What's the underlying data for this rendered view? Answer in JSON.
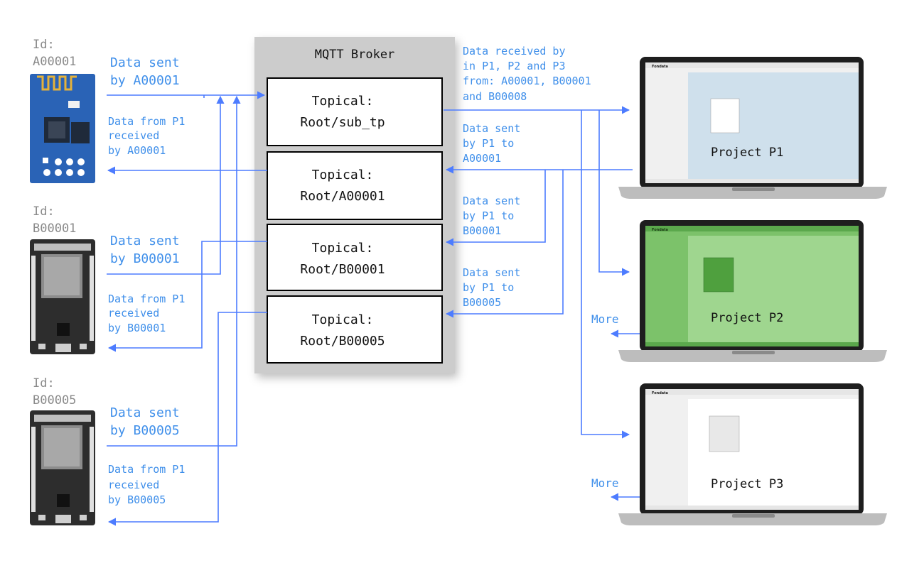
{
  "broker": {
    "title": "MQTT Broker",
    "topics": [
      {
        "label": "Topical:",
        "path": "Root/sub_tp"
      },
      {
        "label": "Topical:",
        "path": "Root/A00001"
      },
      {
        "label": "Topical:",
        "path": "Root/B00001"
      },
      {
        "label": "Topical:",
        "path": "Root/B00005"
      }
    ]
  },
  "devices": [
    {
      "id_label": "Id:",
      "id": "A00001",
      "sent_l1": "Data sent",
      "sent_l2": "by A00001",
      "recv_l1": "Data from P1",
      "recv_l2": "received",
      "recv_l3": "by A00001"
    },
    {
      "id_label": "Id:",
      "id": "B00001",
      "sent_l1": "Data sent",
      "sent_l2": "by B00001",
      "recv_l1": "Data from P1",
      "recv_l2": "received",
      "recv_l3": "by B00001"
    },
    {
      "id_label": "Id:",
      "id": "B00005",
      "sent_l1": "Data sent",
      "sent_l2": "by B00005",
      "recv_l1": "Data from P1",
      "recv_l2": "received",
      "recv_l3": "by B00005"
    }
  ],
  "received_note": [
    "Data received by",
    "in P1, P2 and P3",
    "from: A00001, B00001",
    "and B00008"
  ],
  "sent_notes": [
    [
      "Data sent",
      "by P1 to",
      "A00001"
    ],
    [
      "Data sent",
      "by P1 to",
      "B00001"
    ],
    [
      "Data sent",
      "by P1 to",
      "B00005"
    ]
  ],
  "projects": [
    {
      "name": "Project P1",
      "app": "Fondata",
      "screen_color": "#cfe0ec"
    },
    {
      "name": "Project P2",
      "app": "Fondata",
      "screen_color": "#9fd68f"
    },
    {
      "name": "Project P3",
      "app": "Fondata",
      "screen_color": "#ffffff"
    }
  ],
  "more_labels": [
    "More",
    "More"
  ],
  "colors": {
    "arrow": "#4d7cff",
    "text_blue": "#3f8fea",
    "id_gray": "#8a8a8a",
    "broker_bg": "#cccccc"
  }
}
